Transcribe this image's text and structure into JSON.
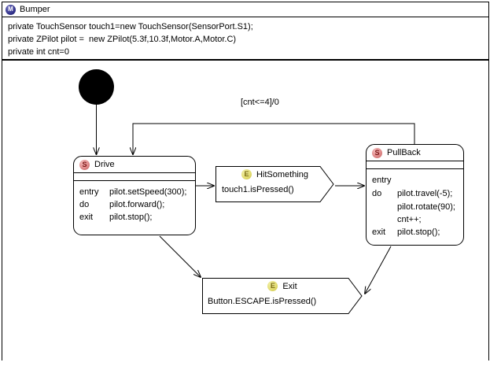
{
  "window": {
    "title": "Bumper",
    "title_icon": "model-m-icon"
  },
  "declarations": {
    "lines": [
      "private TouchSensor touch1=new TouchSensor(SensorPort.S1);",
      "private ZPilot pilot =  new ZPilot(5.3f,10.3f,Motor.A,Motor.C)",
      "private int cnt=0"
    ]
  },
  "diagram": {
    "type": "statechart",
    "initial_state": "initial-pseudo-state",
    "states": [
      {
        "id": "drive",
        "name": "Drive",
        "icon": "state-s-icon",
        "actions": [
          {
            "key": "entry",
            "value": "pilot.setSpeed(300);"
          },
          {
            "key": "do",
            "value": "pilot.forward();"
          },
          {
            "key": "exit",
            "value": "pilot.stop();"
          }
        ]
      },
      {
        "id": "pullback",
        "name": "PullBack",
        "icon": "state-s-icon",
        "actions": [
          {
            "key": "entry",
            "value": ""
          },
          {
            "key": "do",
            "value": "pilot.travel(-5);",
            "continuation": [
              "pilot.rotate(90);",
              "cnt++;"
            ]
          },
          {
            "key": "exit",
            "value": "pilot.stop();"
          }
        ]
      }
    ],
    "events": [
      {
        "id": "hitsomething",
        "name": "HitSomething",
        "icon": "event-e-icon",
        "condition": "touch1.isPressed()"
      },
      {
        "id": "exit",
        "name": "Exit",
        "icon": "event-e-icon",
        "condition": "Button.ESCAPE.isPressed()"
      }
    ],
    "transitions": [
      {
        "from": "initial",
        "to": "drive",
        "label": ""
      },
      {
        "from": "drive",
        "to": "hitsomething",
        "label": ""
      },
      {
        "from": "hitsomething",
        "to": "pullback",
        "label": ""
      },
      {
        "from": "pullback",
        "to": "drive",
        "label": "[cnt<=4]/0"
      },
      {
        "from": "drive",
        "to": "exit",
        "label": ""
      },
      {
        "from": "pullback",
        "to": "exit",
        "label": ""
      }
    ],
    "guard_label": "[cnt<=4]/0"
  },
  "colors": {
    "state_badge": "#d98080",
    "event_badge": "#ddd46a",
    "model_badge": "#2d2d86",
    "stroke": "#000000",
    "canvas": "#ffffff"
  }
}
